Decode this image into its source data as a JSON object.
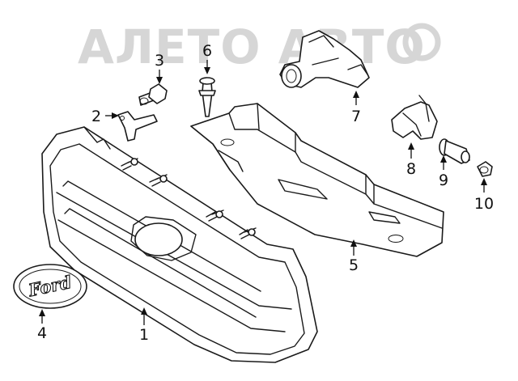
{
  "watermark": {
    "text": "АЛЕТО АВТО",
    "color": "#d6d6d6"
  },
  "emblem": {
    "text": "Ford"
  },
  "callouts": [
    {
      "id": "1",
      "label": "1"
    },
    {
      "id": "2",
      "label": "2"
    },
    {
      "id": "3",
      "label": "3"
    },
    {
      "id": "4",
      "label": "4"
    },
    {
      "id": "5",
      "label": "5"
    },
    {
      "id": "6",
      "label": "6"
    },
    {
      "id": "7",
      "label": "7"
    },
    {
      "id": "8",
      "label": "8"
    },
    {
      "id": "9",
      "label": "9"
    },
    {
      "id": "10",
      "label": "10"
    }
  ],
  "parts": [
    {
      "ref": "1",
      "icon": "grille-icon"
    },
    {
      "ref": "2",
      "icon": "bracket-icon"
    },
    {
      "ref": "3",
      "icon": "bolt-icon"
    },
    {
      "ref": "4",
      "icon": "ford-emblem-icon"
    },
    {
      "ref": "5",
      "icon": "air-deflector-icon"
    },
    {
      "ref": "6",
      "icon": "push-pin-icon"
    },
    {
      "ref": "7",
      "icon": "camera-icon"
    },
    {
      "ref": "8",
      "icon": "clip-icon"
    },
    {
      "ref": "9",
      "icon": "rivet-icon"
    },
    {
      "ref": "10",
      "icon": "plug-icon"
    }
  ]
}
